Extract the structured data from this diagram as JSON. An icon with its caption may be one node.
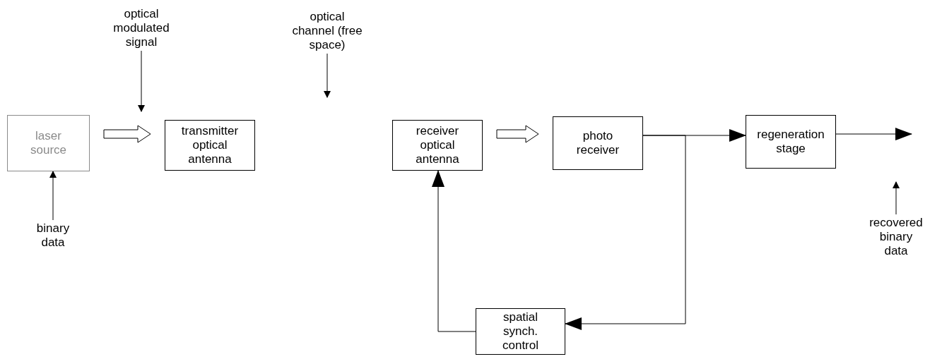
{
  "diagram": {
    "nodes": [
      {
        "text": [
          "laser source"
        ]
      },
      {
        "text": [
          "transmitter optical antenna"
        ]
      },
      {
        "text": [
          "receiver optical antenna"
        ]
      },
      {
        "text": [
          "photo receiver"
        ]
      },
      {
        "text": [
          "regeneration stage"
        ]
      },
      {
        "text": [
          "spatial synch. control"
        ]
      },
      {
        "text": [
          "optical modulated signal"
        ]
      },
      {
        "text": [
          "optical channel (free space)"
        ]
      },
      {
        "text": [
          "binary data"
        ]
      },
      {
        "text": [
          "recovered binary data"
        ]
      }
    ],
    "edges": [
      {
        "from": 0,
        "to": 1,
        "arrow": "to",
        "style": "thick"
      },
      {
        "from": 2,
        "to": 3,
        "arrow": "to",
        "style": "thick"
      },
      {
        "from": 3,
        "to": 4,
        "arrow": "to"
      },
      {
        "from": 4,
        "to": null,
        "arrow": "to"
      },
      {
        "from": 3,
        "to": 5,
        "arrow": "to"
      },
      {
        "from": 5,
        "to": 2,
        "arrow": "to"
      },
      {
        "from": 8,
        "to": 0,
        "arrow": "to"
      },
      {
        "from": 6,
        "to": null,
        "arrow": "to"
      },
      {
        "from": 7,
        "to": null,
        "arrow": "to"
      },
      {
        "from": 9,
        "to": null,
        "arrow": "to"
      }
    ]
  }
}
